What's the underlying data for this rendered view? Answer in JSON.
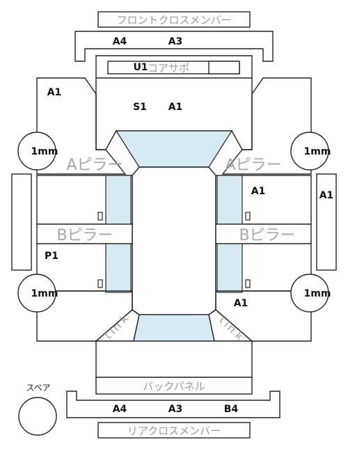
{
  "labels": {
    "front_cross_member": "フロントクロスメンバー",
    "core_support": "コアサポ",
    "a_pillar": "Aピラー",
    "b_pillar": "Bピラー",
    "back_panel": "バックパネル",
    "rear_cross_member": "リアクロスメンバー",
    "spare": "スペア",
    "trunk": "ｌlｎｋ"
  },
  "codes": {
    "front_member_left": "A4",
    "front_member_right": "A3",
    "core_support": "U1",
    "front_panel_left": "S1",
    "front_panel_right": "A1",
    "left_fender": "A1",
    "right_front_door": "A1",
    "right_side_sill": "A1",
    "left_rear_door": "P1",
    "right_quarter": "A1",
    "rear_member_left": "A4",
    "rear_member_center": "A3",
    "rear_member_right": "B4"
  },
  "wheels": {
    "front_left": "1mm",
    "front_right": "1mm",
    "rear_left": "1mm",
    "rear_right": "1mm"
  }
}
